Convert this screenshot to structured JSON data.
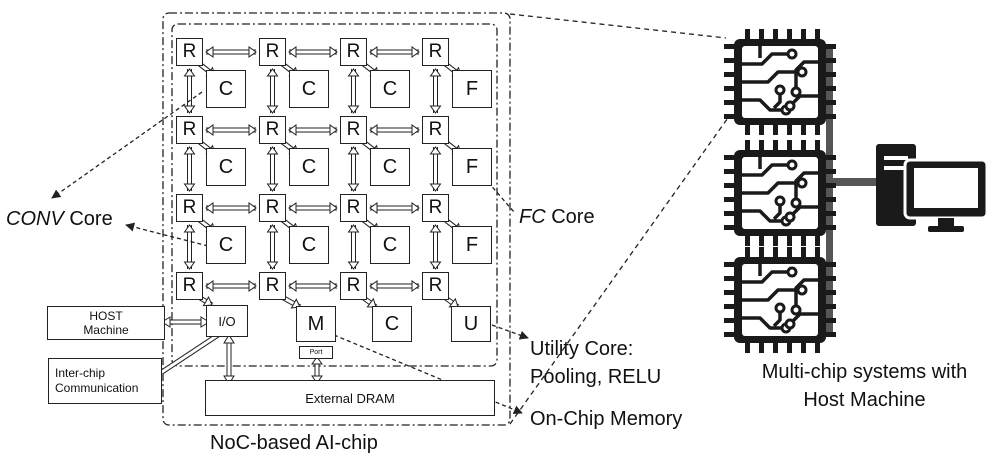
{
  "router_label": "R",
  "conv_label": "C",
  "fc_label": "F",
  "utility_label": "U",
  "io_label": "I/O",
  "memory_label": "M",
  "port_label": "Port",
  "host_box_label": "HOST\nMachine",
  "interchip_box_label": "Inter-chip\nCommunication",
  "dram_label": "External DRAM",
  "conv_core_label": {
    "italic": "CONV",
    "rest": " Core"
  },
  "fc_core_label": {
    "italic": "FC",
    "rest": " Core"
  },
  "utility_core_label": "Utility Core:\nPooling, RELU",
  "onchip_memory_label": "On-Chip Memory",
  "chip_caption": "NoC-based AI-chip",
  "multichip_caption": "Multi-chip systems with\nHost Machine",
  "icons": [
    "chip-icon",
    "chip-icon",
    "chip-icon",
    "desktop-computer-icon"
  ],
  "colors": {
    "line": "#222222",
    "chip": "#1a1a1a",
    "bus": "#555555"
  }
}
